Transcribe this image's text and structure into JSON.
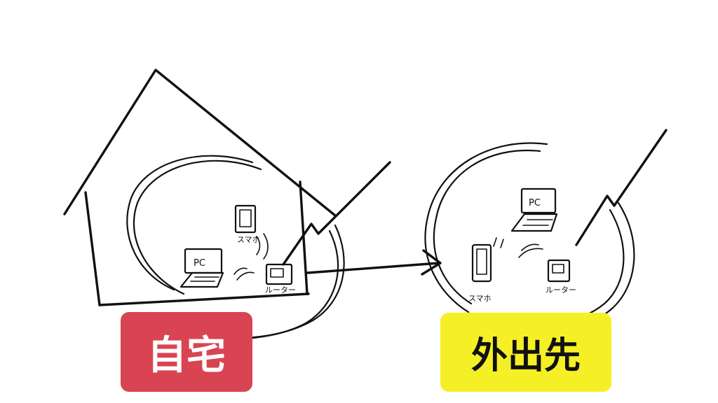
{
  "labels": {
    "home": "自宅",
    "away": "外出先"
  },
  "devices": {
    "pc_home": "PC",
    "smartphone_home": "スマホ",
    "router_home": "ルーター",
    "pc_away": "PC",
    "smartphone_away": "スマホ",
    "router_away": "ルーター"
  },
  "colors": {
    "home_label_bg": "#d94452",
    "away_label_bg": "#f5f026",
    "ink": "#111111",
    "background": "#ffffff"
  }
}
